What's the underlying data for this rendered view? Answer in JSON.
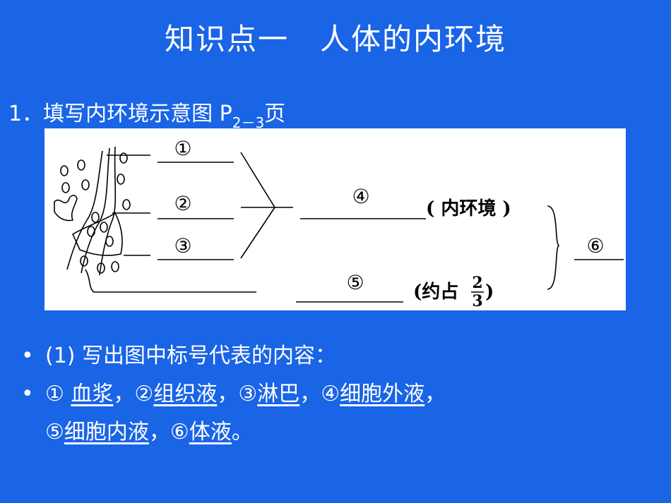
{
  "title": "知识点一　人体的内环境",
  "question": {
    "prefix": "1．填写内环境示意图 P",
    "subscript": "2－3",
    "suffix": "页"
  },
  "diagram": {
    "labels": {
      "n1": "①",
      "n2": "②",
      "n3": "③",
      "n4": "④",
      "n5": "⑤",
      "n6": "⑥",
      "inner_env": "( 内环境 )",
      "approx_prefix": "(约占",
      "frac_num": "2",
      "frac_den": "3",
      "approx_suffix": ")"
    }
  },
  "bullets": {
    "b1": "(1) 写出图中标号代表的内容：",
    "b2": {
      "m1": "① ",
      "a1": "血浆",
      "s1": "，②",
      "a2": "组织液",
      "s2": "，③",
      "a3": "淋巴",
      "s3": "，④",
      "a4": "细胞外液",
      "s4": "，",
      "m5": "⑤",
      "a5": "细胞内液",
      "s5": "，⑥",
      "a6": "体液",
      "s6": "。"
    }
  }
}
